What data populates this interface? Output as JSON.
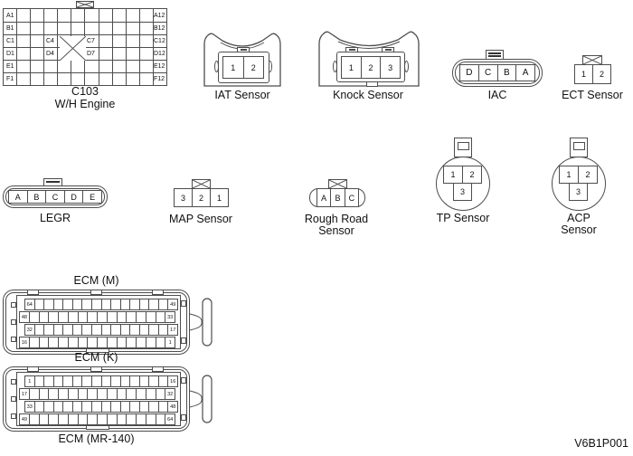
{
  "figure_code": "V6B1P001",
  "colors": {
    "line": "#4d4d4d",
    "background": "#ffffff"
  },
  "c103": {
    "name": "C103",
    "subtitle": "W/H Engine",
    "columns": 12,
    "corner_labels": {
      "a1": "A1",
      "b1": "B1",
      "c1": "C1",
      "d1": "D1",
      "e1": "E1",
      "f1": "F1",
      "a12": "A12",
      "b12": "B12",
      "c12": "C12",
      "d12": "D12",
      "e12": "E12",
      "f12": "F12",
      "c4": "C4",
      "d4": "D4",
      "c7": "C7",
      "d7": "D7"
    }
  },
  "iat": {
    "label": "IAT Sensor",
    "pins": [
      "1",
      "2"
    ]
  },
  "knock": {
    "label": "Knock Sensor",
    "pins": [
      "1",
      "2",
      "3"
    ]
  },
  "iac": {
    "label": "IAC",
    "pins": [
      "D",
      "C",
      "B",
      "A"
    ]
  },
  "ect": {
    "label": "ECT Sensor",
    "pins": [
      "1",
      "2"
    ]
  },
  "legr": {
    "label": "LEGR",
    "pins": [
      "A",
      "B",
      "C",
      "D",
      "E"
    ]
  },
  "map": {
    "label": "MAP Sensor",
    "pins": [
      "3",
      "2",
      "1"
    ]
  },
  "rough_road": {
    "label": "Rough Road",
    "label2": "Sensor",
    "pins": [
      "A",
      "B",
      "C"
    ]
  },
  "tp": {
    "label": "TP Sensor",
    "pins_top": [
      "1",
      "2"
    ],
    "pin_bottom": "3"
  },
  "acp": {
    "label": "ACP",
    "label2": "Sensor",
    "pins_top": [
      "1",
      "2"
    ],
    "pin_bottom": "3"
  },
  "ecm_m": {
    "label": "ECM (M)",
    "cells_per_row": 16,
    "row1": {
      "first": "64",
      "last": "49"
    },
    "row2": {
      "first": "48",
      "last": "33"
    },
    "row3": {
      "first": "32",
      "last": "17"
    },
    "row4": {
      "first": "16",
      "last": "1"
    }
  },
  "ecm_k": {
    "label": "ECM (K)",
    "footer": "ECM (MR-140)",
    "cells_per_row": 16,
    "row1": {
      "first": "1",
      "last": "16"
    },
    "row2": {
      "first": "17",
      "last": "32"
    },
    "row3": {
      "first": "33",
      "last": "48"
    },
    "row4": {
      "first": "49",
      "last": "64"
    }
  }
}
